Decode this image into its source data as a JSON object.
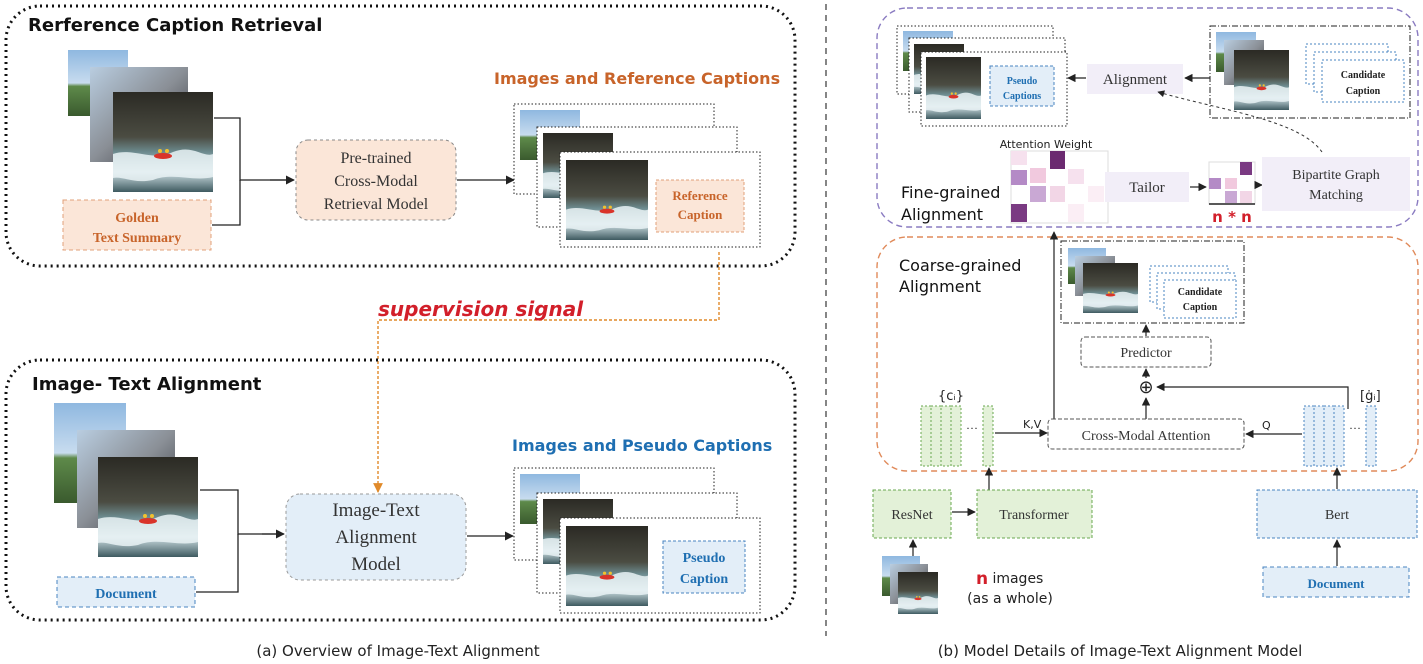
{
  "panel_a": {
    "retrieval_title": "Rerference Caption Retrieval",
    "golden_line1": "Golden",
    "golden_line2": "Text Summary",
    "model_line1": "Pre-trained",
    "model_line2": "Cross-Modal",
    "model_line3": "Retrieval Model",
    "images_ref_title": "Images and Reference Captions",
    "ref_caption_line1": "Reference",
    "ref_caption_line2": "Caption",
    "supervision": "supervision signal",
    "alignment_title": "Image- Text Alignment",
    "document": "Document",
    "align_model_line1": "Image-Text",
    "align_model_line2": "Alignment",
    "align_model_line3": "Model",
    "images_pseudo_title": "Images and Pseudo Captions",
    "pseudo_line1": "Pseudo",
    "pseudo_line2": "Caption",
    "caption": "(a) Overview of Image-Text Alignment"
  },
  "panel_b": {
    "pseudo_captions_line1": "Pseudo",
    "pseudo_captions_line2": "Captions",
    "alignment": "Alignment",
    "candidate_line1": "Candidate",
    "candidate_line2": "Caption",
    "attention_weight": "Attention Weight",
    "fine_line1": "Fine-grained",
    "fine_line2": "Alignment",
    "tailor": "Tailor",
    "n_star_n": "n * n",
    "bipartite_line1": "Bipartite Graph",
    "bipartite_line2": "Matching",
    "coarse_line1": "Coarse-grained",
    "coarse_line2": "Alignment",
    "candidate2_line1": "Candidate",
    "candidate2_line2": "Caption",
    "predictor": "Predictor",
    "oplus": "⊕",
    "ci": "{cᵢ}",
    "gi": "[ġᵢ]",
    "dots1": "···",
    "dots2": "···",
    "kv": "K,V",
    "q": "Q",
    "cross_modal_attention": "Cross-Modal Attention",
    "resnet": "ResNet",
    "transformer": "Transformer",
    "bert": "Bert",
    "document": "Document",
    "n": "n",
    "images": " images",
    "as_whole": "(as a whole)",
    "caption": "(b) Model Details of Image-Text Alignment Model"
  },
  "colors": {
    "orange": "#c8642a",
    "blue": "#1f6fb2",
    "red": "#d21f2a",
    "green_fill": "#e3f1d8",
    "blue_fill": "#e3eef8",
    "purple": "#8a7bc1"
  }
}
